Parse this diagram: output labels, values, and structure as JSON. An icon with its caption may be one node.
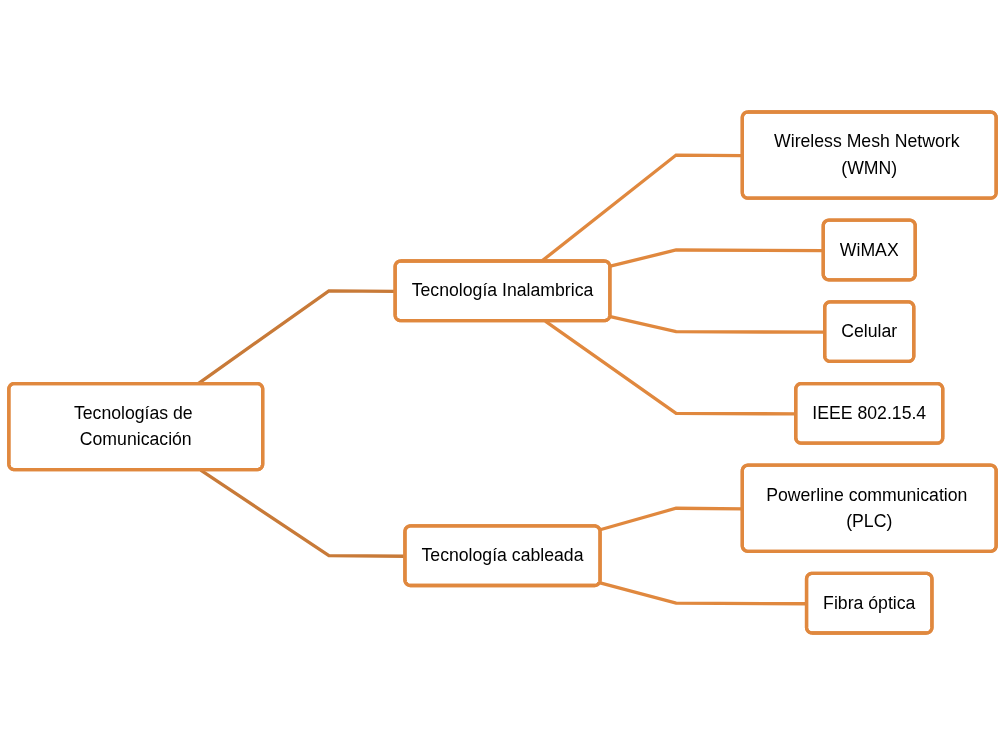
{
  "diagram": {
    "nodes": [
      {
        "text": [
          "Tecnologías de Comunicación"
        ]
      },
      {
        "text": [
          "Tecnología Inalambrica"
        ]
      },
      {
        "text": [
          "Wireless Mesh Network (WMN)"
        ]
      },
      {
        "text": [
          "WiMAX"
        ]
      },
      {
        "text": [
          "Celular"
        ]
      },
      {
        "text": [
          "IEEE 802.15.4"
        ]
      },
      {
        "text": [
          "Tecnología cableada"
        ]
      },
      {
        "text": [
          "Powerline communication (PLC)"
        ]
      },
      {
        "text": [
          "Fibra óptica"
        ]
      }
    ],
    "edges": [
      {
        "from": 0,
        "to": 1,
        "arrow": "none",
        "color": "#c87a38"
      },
      {
        "from": 0,
        "to": 6,
        "arrow": "none",
        "color": "#c87a38"
      },
      {
        "from": 1,
        "to": 2,
        "arrow": "none"
      },
      {
        "from": 1,
        "to": 3,
        "arrow": "none"
      },
      {
        "from": 1,
        "to": 4,
        "arrow": "none"
      },
      {
        "from": 1,
        "to": 5,
        "arrow": "none"
      },
      {
        "from": 6,
        "to": 7,
        "arrow": "none"
      },
      {
        "from": 6,
        "to": 8,
        "arrow": "none"
      }
    ]
  }
}
